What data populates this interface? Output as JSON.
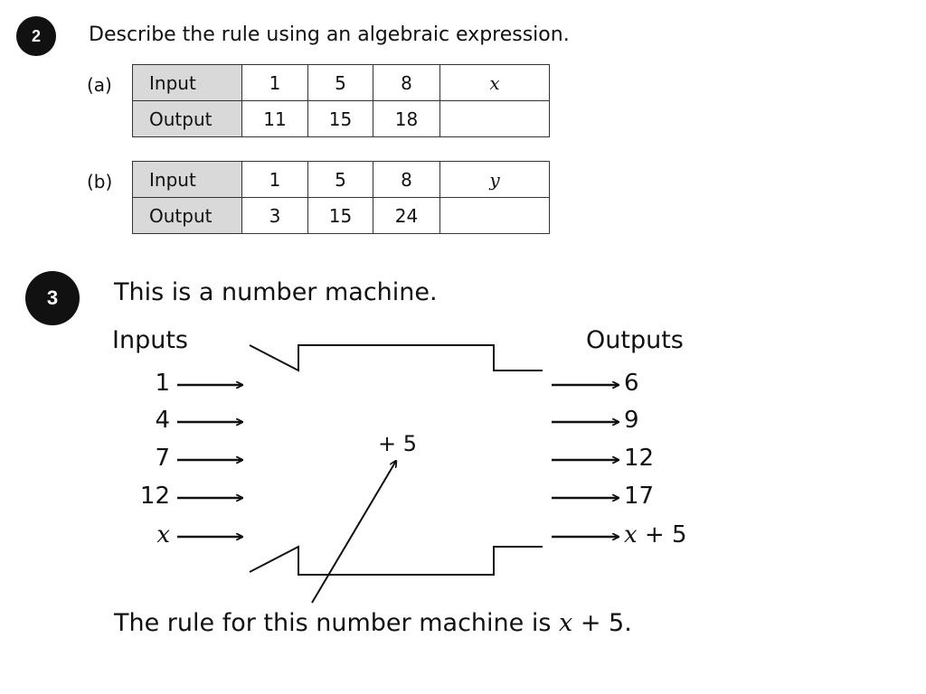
{
  "q2": {
    "number": "2",
    "prompt": "Describe the rule using an algebraic expression.",
    "parts": [
      {
        "label": "(a)",
        "rows": [
          {
            "header": "Input",
            "cells": [
              "1",
              "5",
              "8",
              "x"
            ]
          },
          {
            "header": "Output",
            "cells": [
              "11",
              "15",
              "18",
              ""
            ]
          }
        ]
      },
      {
        "label": "(b)",
        "rows": [
          {
            "header": "Input",
            "cells": [
              "1",
              "5",
              "8",
              "y"
            ]
          },
          {
            "header": "Output",
            "cells": [
              "3",
              "15",
              "24",
              ""
            ]
          }
        ]
      }
    ]
  },
  "q3": {
    "number": "3",
    "prompt": "This is a number machine.",
    "inputs_label": "Inputs",
    "outputs_label": "Outputs",
    "inputs": [
      "1",
      "4",
      "7",
      "12",
      "x"
    ],
    "outputs": [
      "6",
      "9",
      "12",
      "17"
    ],
    "output_last": {
      "var": "x",
      "rest": " + 5"
    },
    "operation": "+ 5",
    "rule": {
      "prefix": "The rule for this number machine is ",
      "var": "x",
      "suffix": " + 5."
    }
  }
}
